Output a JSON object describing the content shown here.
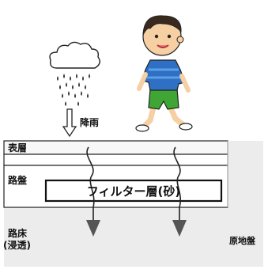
{
  "labels": {
    "rain": "降雨",
    "surface": "表層",
    "roadbed": "路盤",
    "subgrade": "路床",
    "subgrade_note": "(浸透)",
    "filter_layer": "フィルター層(砂)",
    "ground": "原地盤"
  },
  "icons": {
    "cloud": "rain-cloud-icon",
    "child": "walking-child-icon",
    "arrow": "down-arrow-icon"
  },
  "colors": {
    "ground_fill": "#ececec",
    "line": "#222222",
    "rain_drop": "#333333",
    "shirt": "#2f6fc4",
    "shorts": "#3fa535",
    "skin": "#f6cfa3",
    "hair": "#3a2a1e"
  }
}
